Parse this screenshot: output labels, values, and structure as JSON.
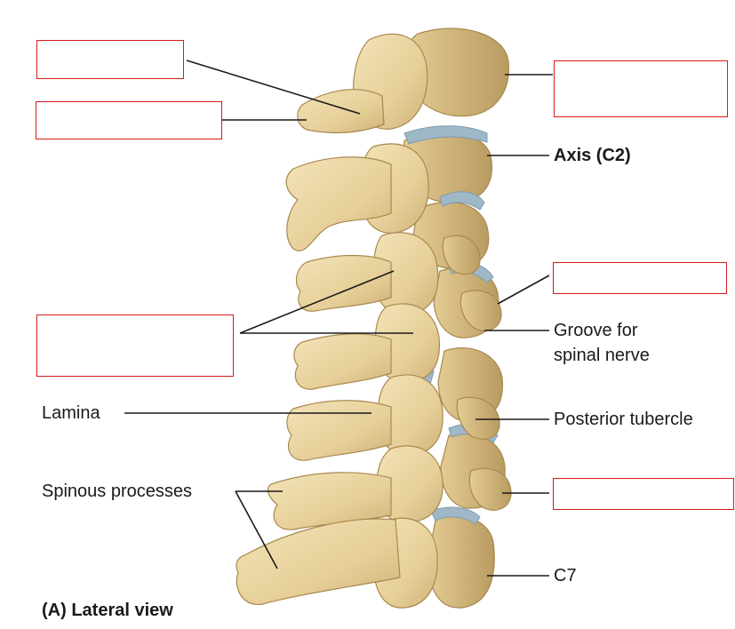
{
  "labels": {
    "axis": "Axis (C2)",
    "groove_line1": "Groove for",
    "groove_line2": "spinal nerve",
    "posterior_tubercle": "Posterior tubercle",
    "lamina": "Lamina",
    "spinous_processes": "Spinous processes",
    "c7": "C7",
    "view_caption": "(A) Lateral view"
  },
  "colors": {
    "bone": "#ecd8a6",
    "bone_shadow": "#c9ad73",
    "bone_outline": "#a8894f",
    "cartilage": "#9fb8c8",
    "leader_line": "#1a1a1a",
    "blank_box_border": "#d81a1a"
  },
  "answer_boxes": [
    {
      "id": "blank-1",
      "content": ""
    },
    {
      "id": "blank-2",
      "content": ""
    },
    {
      "id": "blank-3",
      "content": ""
    },
    {
      "id": "blank-4",
      "content": ""
    },
    {
      "id": "blank-5",
      "content": ""
    },
    {
      "id": "blank-6",
      "content": ""
    }
  ]
}
